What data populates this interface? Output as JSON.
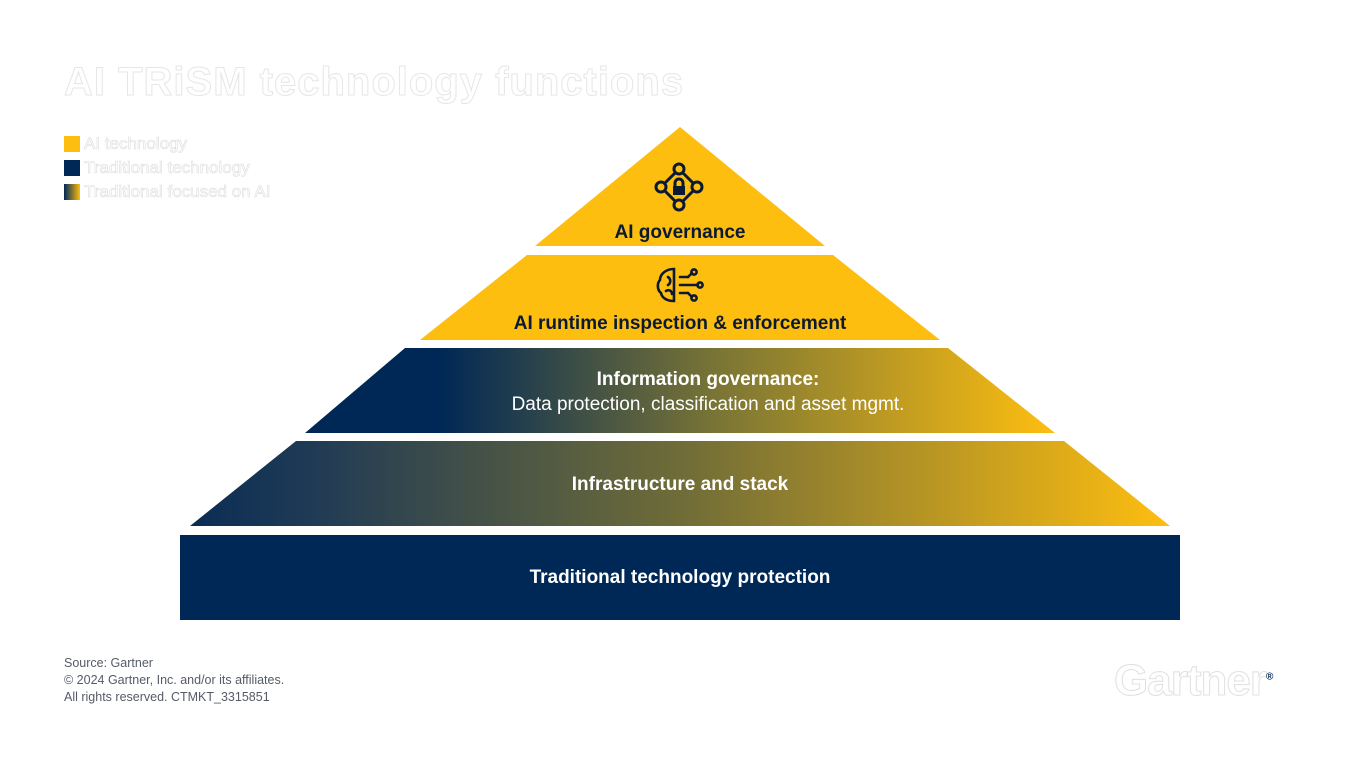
{
  "title": "AI TRiSM technology functions",
  "legend": [
    {
      "label": "AI technology",
      "color": "#FEBE10"
    },
    {
      "label": "Traditional technology",
      "color": "#002856"
    },
    {
      "label": "Traditional focused on AI",
      "color": "gradient"
    }
  ],
  "tiers": [
    {
      "label": "AI governance",
      "type": "ai",
      "icon": "network-lock-icon"
    },
    {
      "label": "AI runtime inspection & enforcement",
      "type": "ai",
      "icon": "ai-brain-circuit-icon"
    },
    {
      "label": "Information governance:",
      "sublabel": "Data protection, classification and asset mgmt.",
      "type": "traditional-focused-on-ai"
    },
    {
      "label": "Infrastructure and stack",
      "type": "traditional-focused-on-ai"
    },
    {
      "label": "Traditional technology protection",
      "type": "traditional"
    }
  ],
  "colors": {
    "ai": "#FEBE10",
    "traditional": "#002856"
  },
  "footer": {
    "source": "Source: Gartner",
    "copyright": "© 2024 Gartner, Inc. and/or its affiliates.",
    "rights": "All rights reserved. CTMKT_3315851"
  },
  "logo": "Gartner"
}
